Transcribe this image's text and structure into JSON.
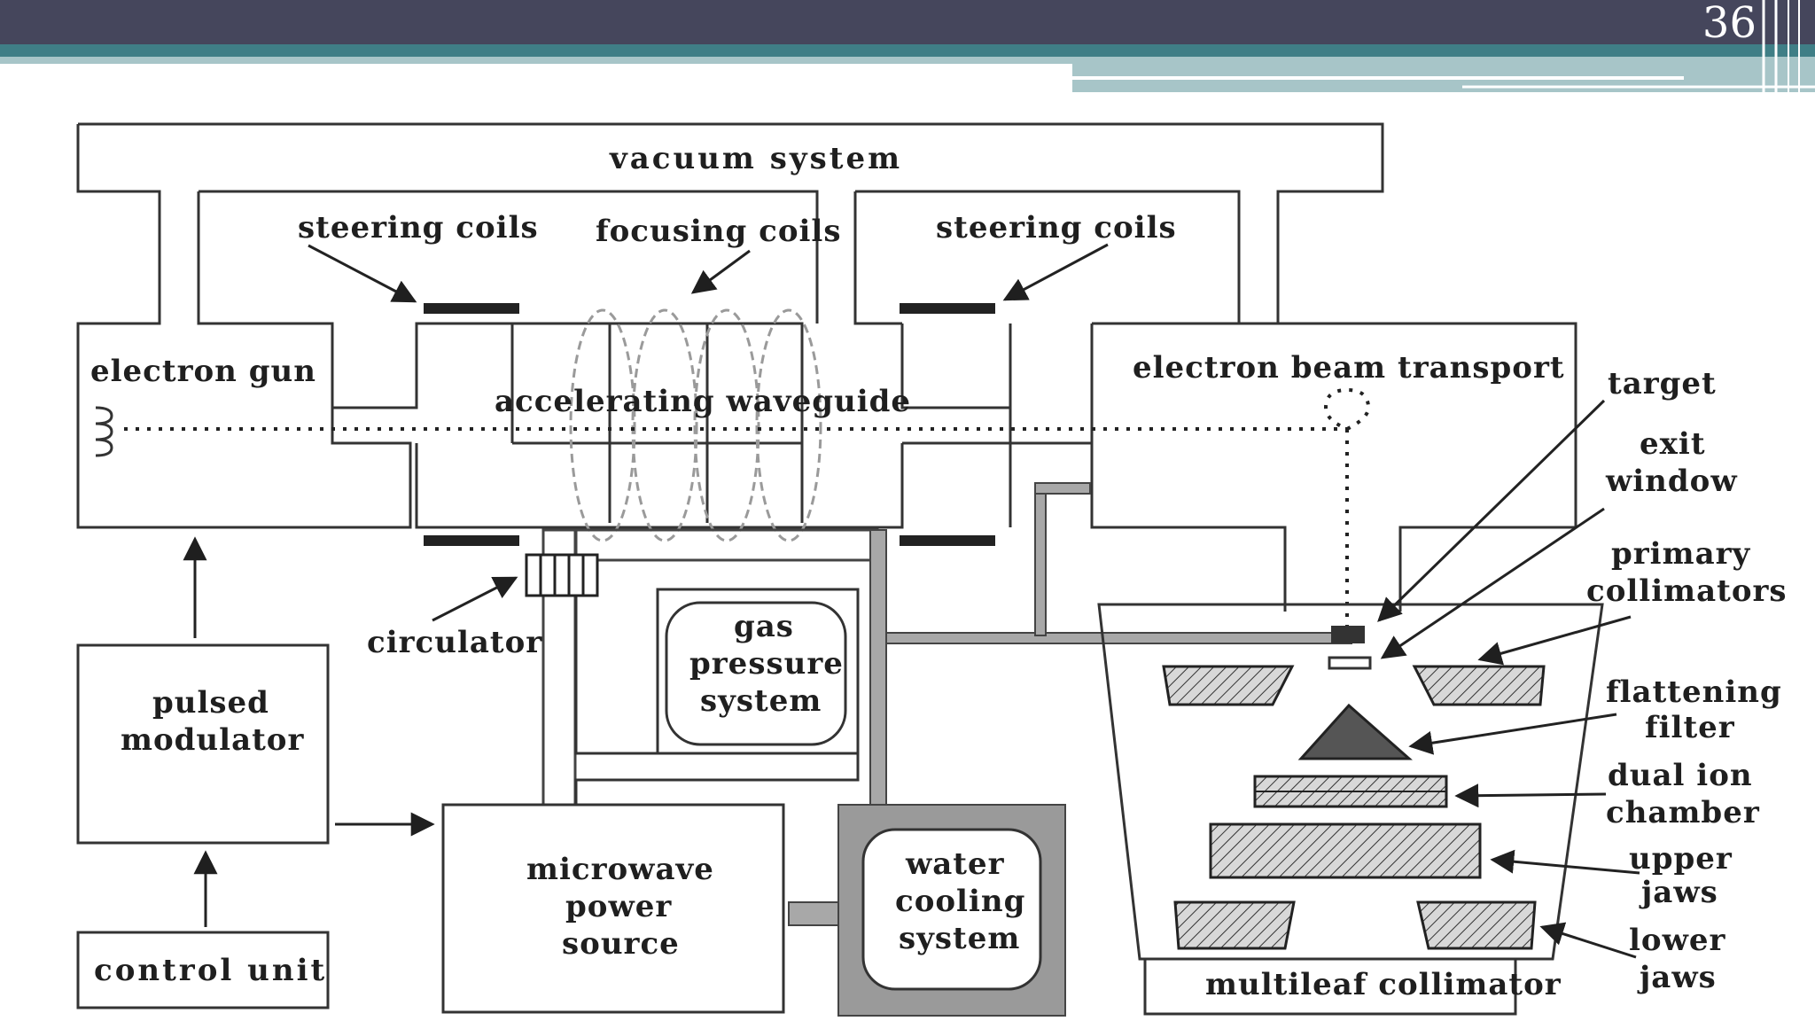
{
  "slide": {
    "number": "36",
    "colors": {
      "dark_band": "#45465c",
      "teal_band": "#3f7e86",
      "light_band": "#a7c5c8"
    }
  },
  "diagram": {
    "labels": {
      "vacuum_system": "vacuum system",
      "steering_coils_left": "steering coils",
      "focusing_coils": "focusing coils",
      "steering_coils_right": "steering coils",
      "electron_gun": "electron gun",
      "accelerating_waveguide": "accelerating waveguide",
      "electron_beam_transport": "electron beam transport",
      "target": "target",
      "exit": "exit",
      "window": "window",
      "primary": "primary",
      "collimators": "collimators",
      "flattening": "flattening",
      "filter": "filter",
      "dual_ion": "dual ion",
      "chamber": "chamber",
      "upper": "upper",
      "upper_jaws": "jaws",
      "lower": "lower",
      "lower_jaws": "jaws",
      "circulator": "circulator",
      "gas": "gas",
      "pressure": "pressure",
      "gas_system": "system",
      "pulsed": "pulsed",
      "modulator": "modulator",
      "control_unit": "control unit",
      "microwave": "microwave",
      "power": "power",
      "source": "source",
      "water": "water",
      "cooling": "cooling",
      "water_system": "system",
      "multileaf_collimator": "multileaf collimator"
    }
  }
}
